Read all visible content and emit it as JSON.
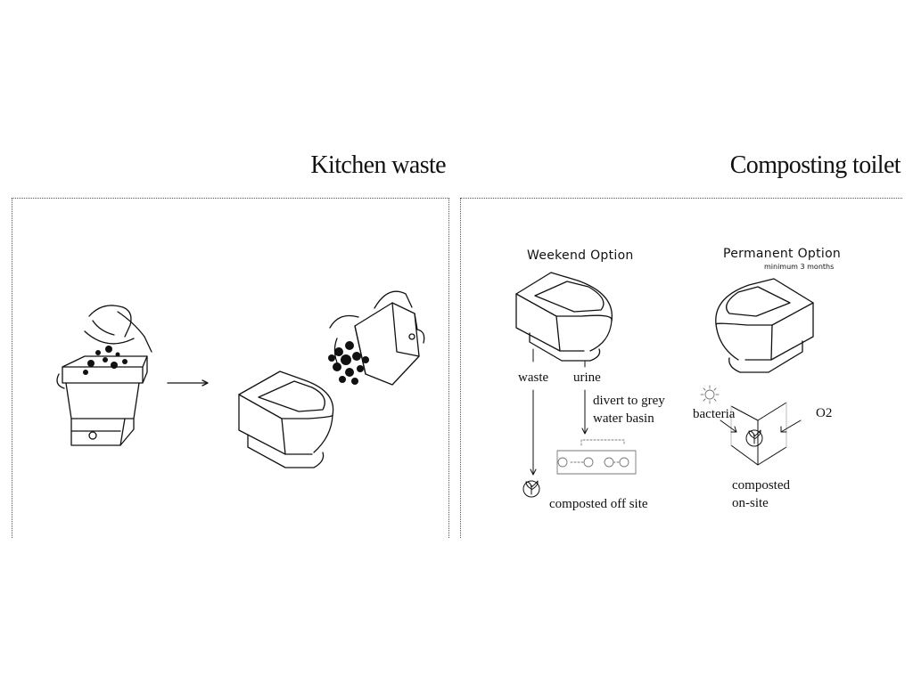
{
  "headings": {
    "kitchen": "Kitchen waste",
    "toilet": "Composting toilet"
  },
  "weekend": {
    "title": "Weekend Option",
    "waste": "waste",
    "urine": "urine",
    "divert_line1": "divert to grey",
    "divert_line2": "water basin",
    "composted": "composted off site"
  },
  "permanent": {
    "title": "Permanent Option",
    "subtitle": "minimum 3 months",
    "bacteria": "bacteria",
    "o2": "O2",
    "composted_line1": "composted",
    "composted_line2": "on-site"
  }
}
